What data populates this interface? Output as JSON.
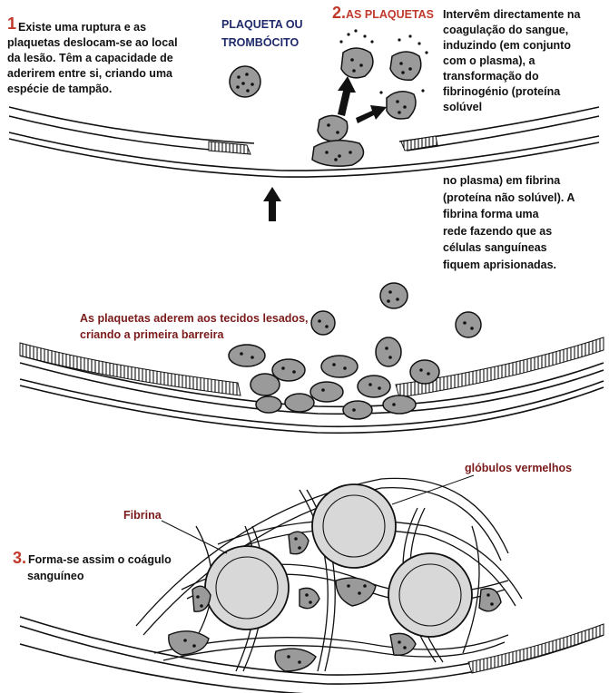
{
  "colors": {
    "step_number": "#c0392b",
    "label_dark_red": "#7a1a1a",
    "platelet_title": "#1f2a6b",
    "platelet_fill": "#9a9a9a",
    "cell_fill": "#d8d8d8"
  },
  "step1": {
    "number": "1",
    "lines": [
      "Existe uma ruptura e as",
      "plaquetas deslocam-se ao local",
      "da lesão. Têm a capacidade de",
      "aderirem entre si, criando uma",
      "espécie de tampão."
    ]
  },
  "platelet_label": {
    "line1": "PLAQUETA OU",
    "line2": "TROMBÓCITO"
  },
  "step2": {
    "number": "2.",
    "title": "AS PLAQUETAS",
    "lines_top": [
      "Intervêm directamente na",
      "coagulação do sangue,",
      "induzindo (em conjunto",
      "com o plasma), a",
      "transformação do",
      "fibrinogénio (proteína",
      "solúvel"
    ],
    "lines_bottom": [
      "no plasma) em fibrina",
      "(proteína não solúvel). A",
      "fibrina forma uma",
      "rede fazendo que as",
      "células sanguíneas",
      "fiquem aprisionadas."
    ]
  },
  "adhesion_caption": {
    "line1": "As plaquetas aderem aos tecidos lesados,",
    "line2": "criando a primeira barreira"
  },
  "labels": {
    "red_cells": "glóbulos vermelhos",
    "fibrin": "Fibrina"
  },
  "step3": {
    "number": "3.",
    "line1": "Forma-se assim o coágulo",
    "line2": "sanguíneo"
  }
}
